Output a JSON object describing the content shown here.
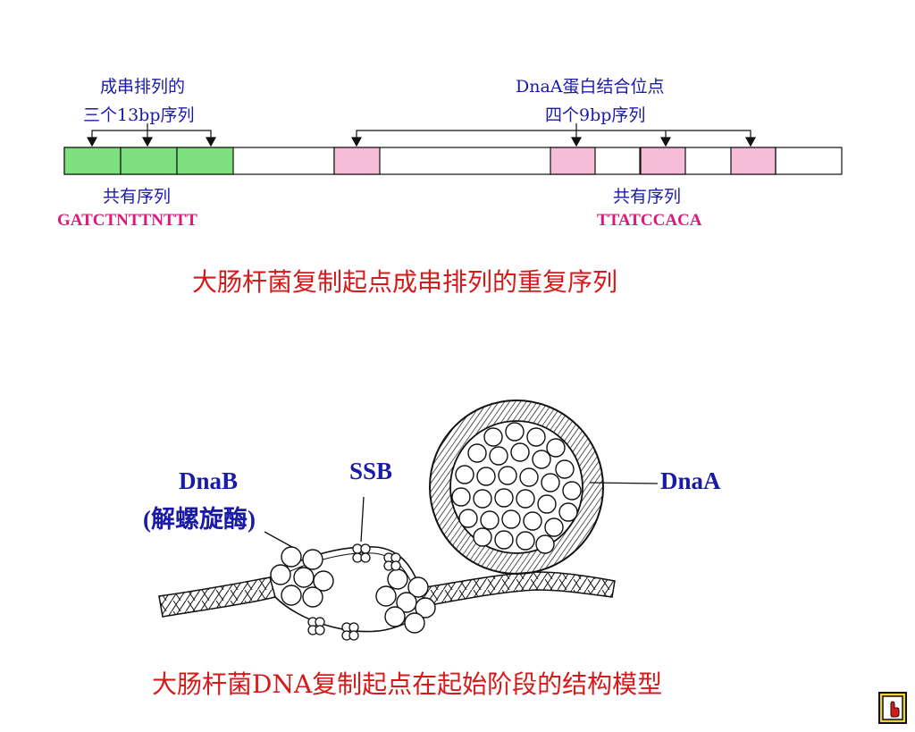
{
  "top": {
    "left_label_line1": "成串排列的",
    "left_label_line2": "三个13bp序列",
    "right_label_line1": "DnaA蛋白结合位点",
    "right_label_line2": "四个9bp序列",
    "left_consensus_label": "共有序列",
    "left_consensus_seq": "GATCTNTTNTTT",
    "right_consensus_label": "共有序列",
    "right_consensus_seq": "TTATCCACA",
    "caption": "大肠杆菌复制起点成串排列的重复序列",
    "colors": {
      "green_box": "#7fe07f",
      "pink_box": "#f7bcd8",
      "label_blue": "#1a1aa8",
      "seq_magenta": "#e0177a",
      "caption_red": "#d61a1a"
    }
  },
  "bottom": {
    "dnab_label": "DnaB",
    "dnab_sub": "(解螺旋酶)",
    "ssb_label": "SSB",
    "dnaa_label": "DnaA",
    "caption": "大肠杆菌DNA复制起点在起始阶段的结构模型"
  },
  "nav": {
    "icon": "pointing-hand-icon"
  }
}
